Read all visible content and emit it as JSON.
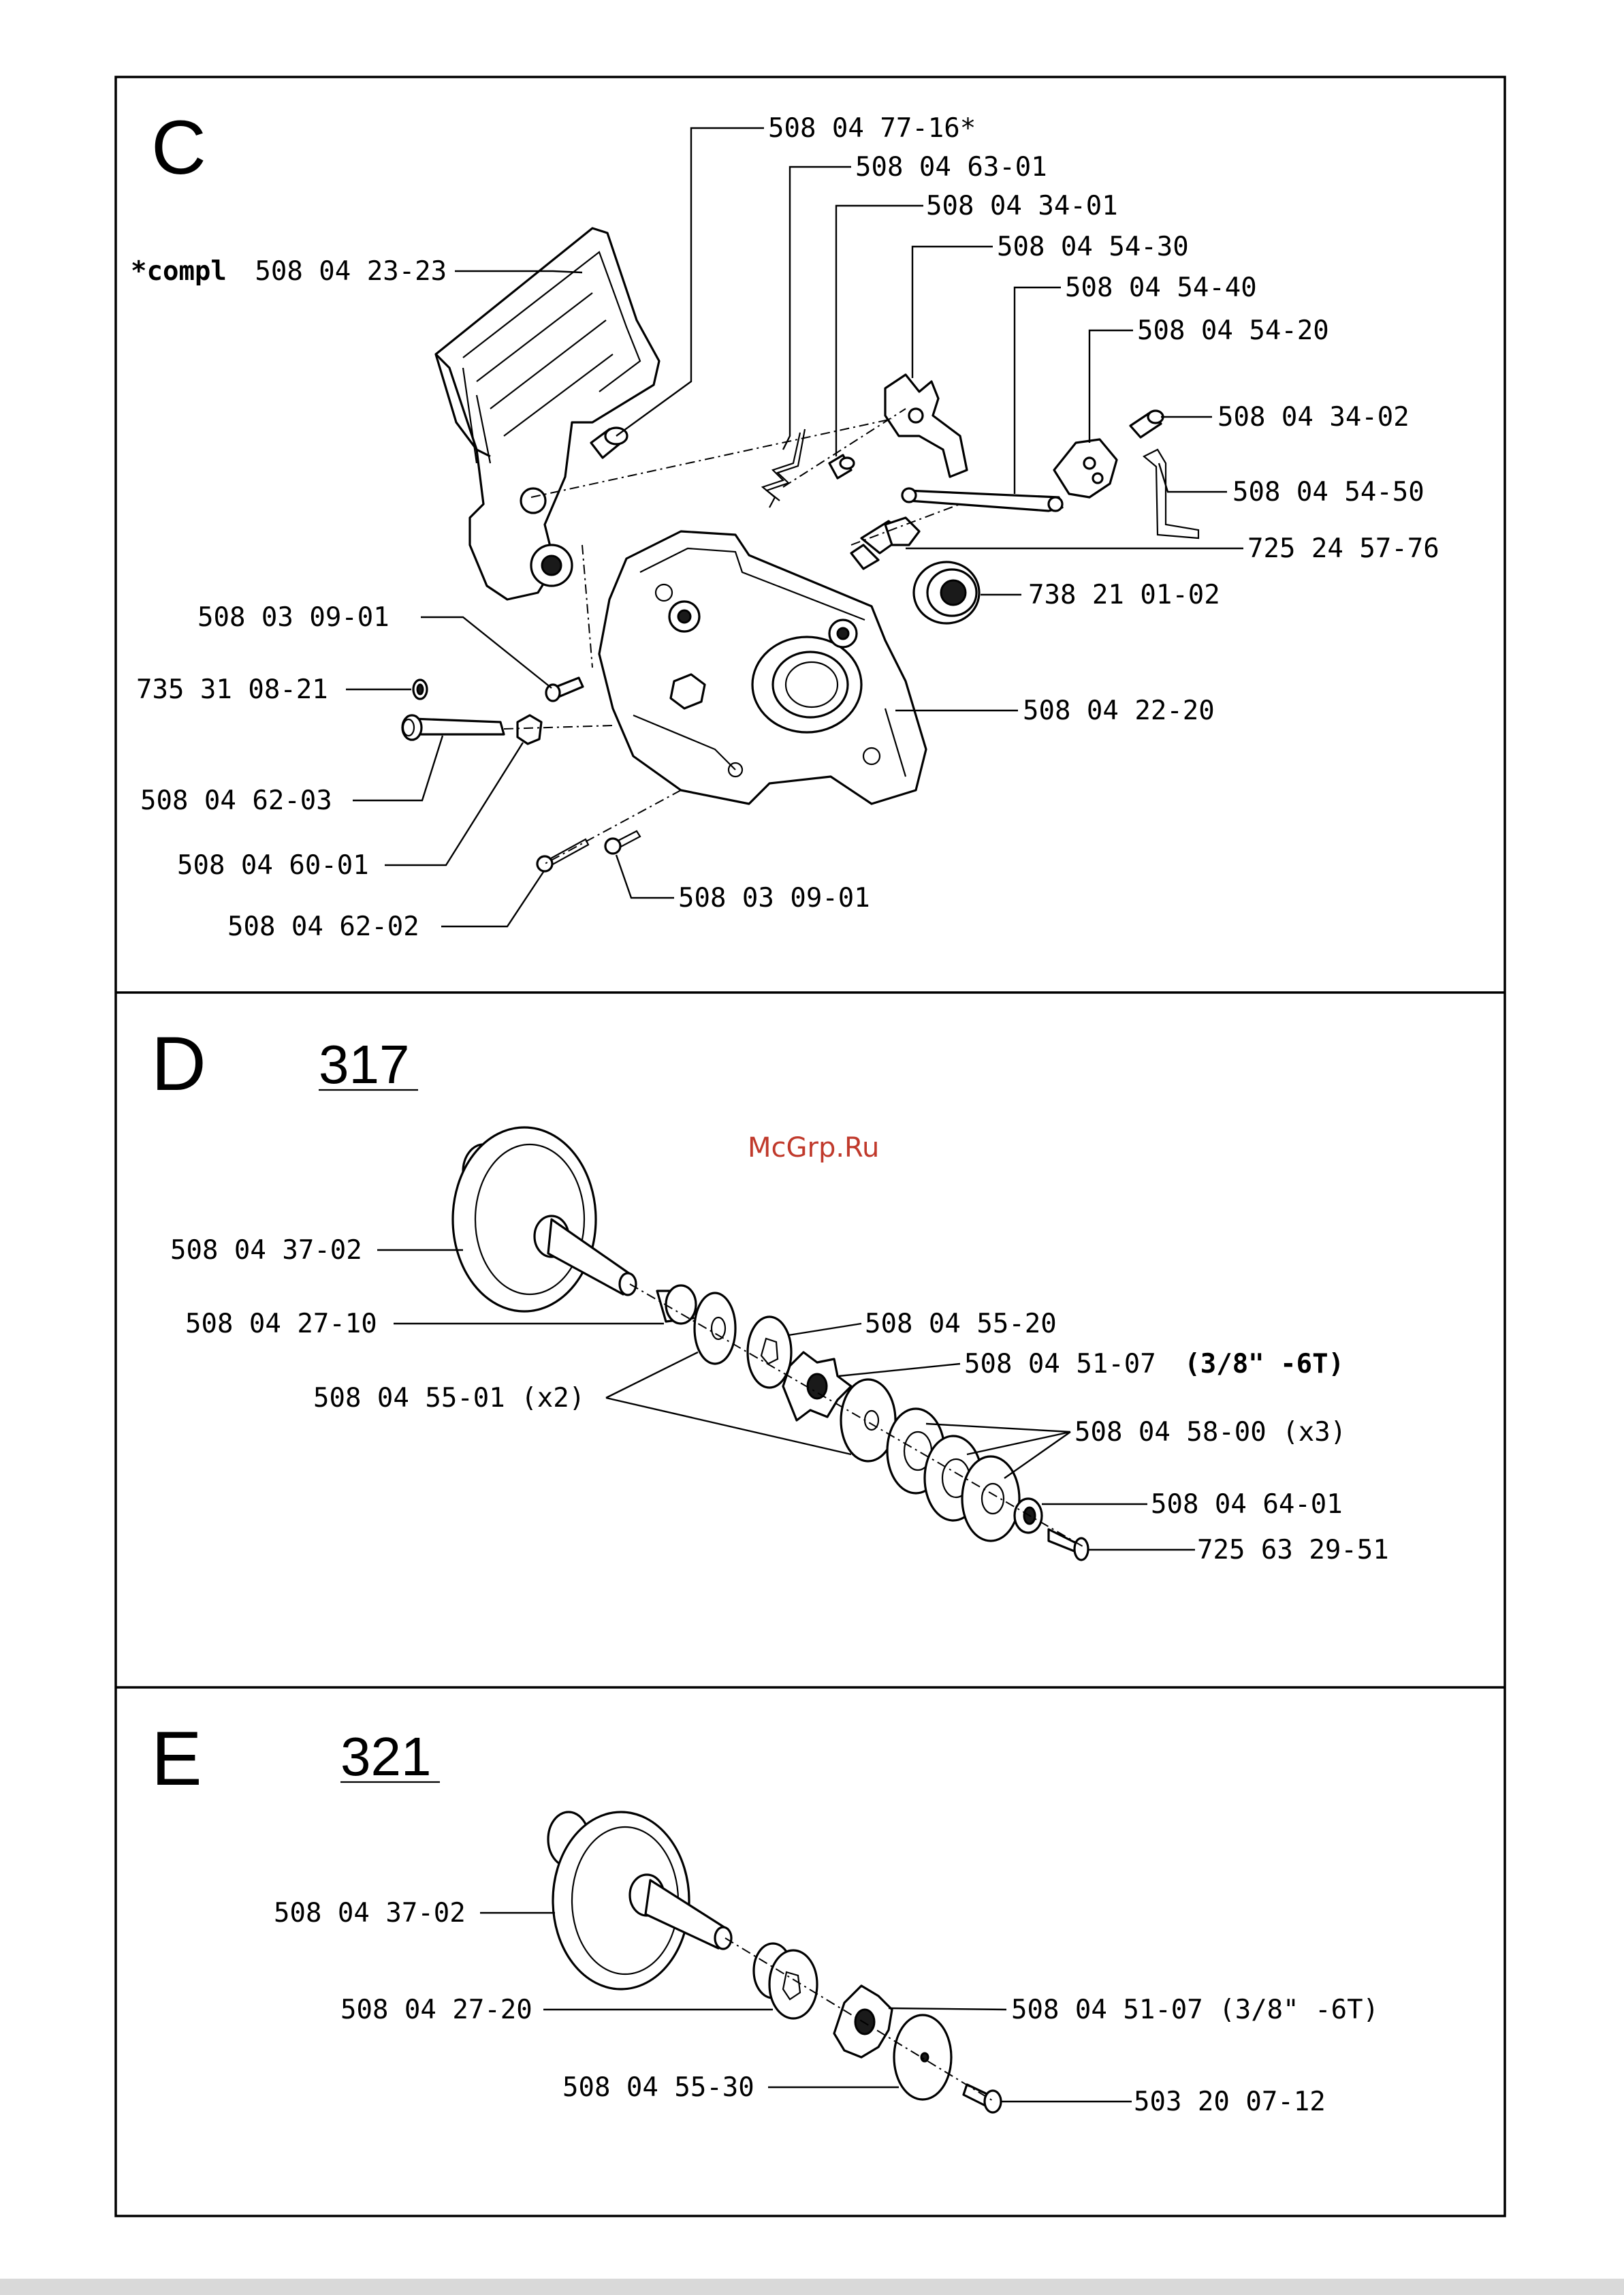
{
  "sections": [
    {
      "id": "C",
      "letter": "C",
      "model": "",
      "callouts": [
        {
          "part": "508 04 77-16*"
        },
        {
          "part": "508 04 63-01"
        },
        {
          "part": "508 04 34-01"
        },
        {
          "part": "508 04 54-30"
        },
        {
          "part": "508 04 54-40"
        },
        {
          "part": "508 04 54-20"
        },
        {
          "part": "508 04 34-02"
        },
        {
          "part": "508 04 54-50"
        },
        {
          "part": "725 24 57-76"
        },
        {
          "part": "738 21 01-02"
        },
        {
          "part": "508 04 22-20"
        },
        {
          "prefix": "*compl",
          "part": "508 04 23-23"
        },
        {
          "part": "508 03 09-01"
        },
        {
          "part": "735 31 08-21"
        },
        {
          "part": "508 04 62-03"
        },
        {
          "part": "508 04 60-01"
        },
        {
          "part": "508 04 62-02"
        },
        {
          "part": "508 03 09-01"
        }
      ]
    },
    {
      "id": "D",
      "letter": "D",
      "model": "317",
      "callouts": [
        {
          "part": "508 04 37-02"
        },
        {
          "part": "508 04 27-10"
        },
        {
          "part": "508 04 55-01 (x2)"
        },
        {
          "part": "508 04 55-20"
        },
        {
          "part": "508 04 51-07",
          "note": "(3/8\" -6T)"
        },
        {
          "part": "508 04 58-00 (x3)"
        },
        {
          "part": "508 04 64-01"
        },
        {
          "part": "725 63 29-51"
        }
      ]
    },
    {
      "id": "E",
      "letter": "E",
      "model": "321",
      "callouts": [
        {
          "part": "508 04 37-02"
        },
        {
          "part": "508 04 27-20"
        },
        {
          "part": "508 04 55-30"
        },
        {
          "part": "508 04 51-07 (3/8\" -6T)"
        },
        {
          "part": "503 20 07-12"
        }
      ]
    }
  ],
  "watermark": "McGrp.Ru"
}
